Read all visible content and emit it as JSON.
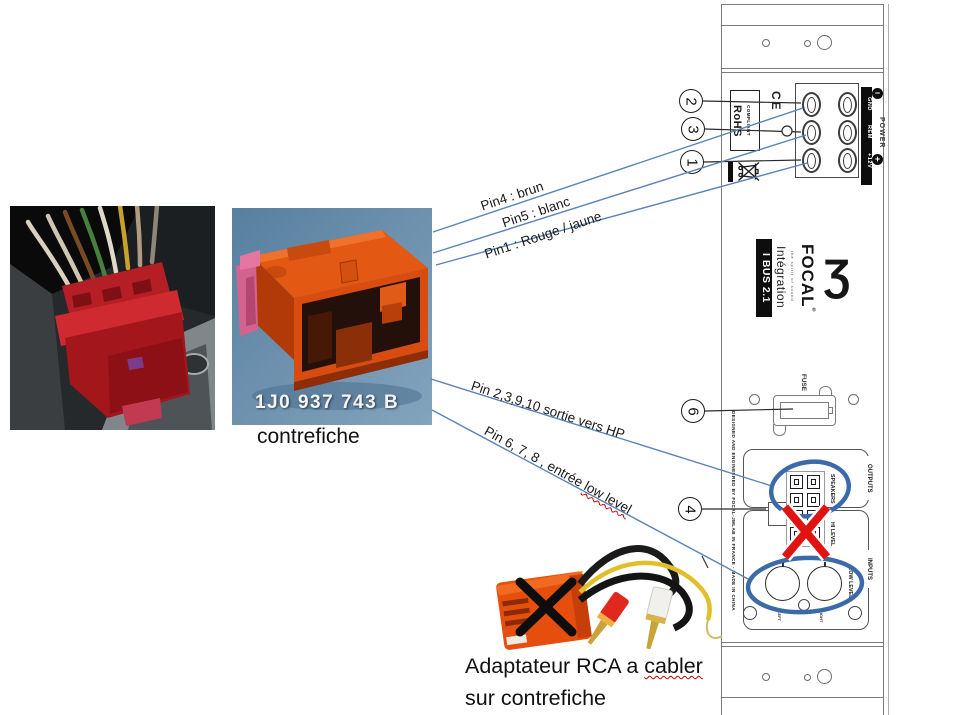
{
  "colors": {
    "annotation_line_blue": "#5b83b8",
    "highlight_ellipse_blue": "#3a6aa8",
    "cross_red": "#e01310",
    "cross_black": "#0d0d0d",
    "connector_orange": "#e35812",
    "panel_line_gray": "#7c7c7c"
  },
  "icons": {
    "focal_wave_glyph": "Ʒ",
    "weee_bin": "crossed-out-wheelie-bin"
  },
  "photos": {
    "counterpart_connector": {
      "part_number": "1J0 937 743 B",
      "caption": "contrefiche"
    },
    "rca_adapter": {
      "caption_line1_prefix": "Adaptateur RCA a ",
      "caption_line1_underlined": "cabler",
      "caption_line2": "sur contrefiche"
    }
  },
  "annotations": {
    "pin4": "Pin4 : brun",
    "pin5": "Pin5 : blanc",
    "pin1": "Pin1 : Rouge / jaune",
    "pin_hp": "Pin 2,3,9,10 sortie vers HP",
    "pin_low_prefix": "Pin 6, 7, 8 , entrée ",
    "pin_low_underlined": "low level"
  },
  "callouts": {
    "c2": "2",
    "c3": "3",
    "c1": "1",
    "c6": "6",
    "c4": "4"
  },
  "amplifier": {
    "rohs_label": "RoHS",
    "rohs_sub": "COMPLIANT",
    "ce_mark": "CE",
    "power": {
      "label": "POWER",
      "terminals": [
        "GND",
        "REM",
        "+12V"
      ],
      "screw_top": "−",
      "screw_bottom": "+"
    },
    "brand": "FOCAL",
    "brand_reg": "®",
    "tagline": "the spirit of sound",
    "series": "Intégration",
    "model": "I BUS 2.1",
    "fuse_label": "FUSE",
    "outputs_label": "OUTPUTS",
    "speakers_label": "SPEAKERS",
    "hi_level_label": "HI LEVEL",
    "inputs_label": "INPUTS",
    "low_level_label": "LOW LEVEL",
    "jack_left_label": "LEFT",
    "jack_right_label": "RIGHT",
    "origin_note": "DESIGNED AND ENGINEERED BY FOCAL-JMLAB IN FRANCE - MADE IN CHINA"
  }
}
